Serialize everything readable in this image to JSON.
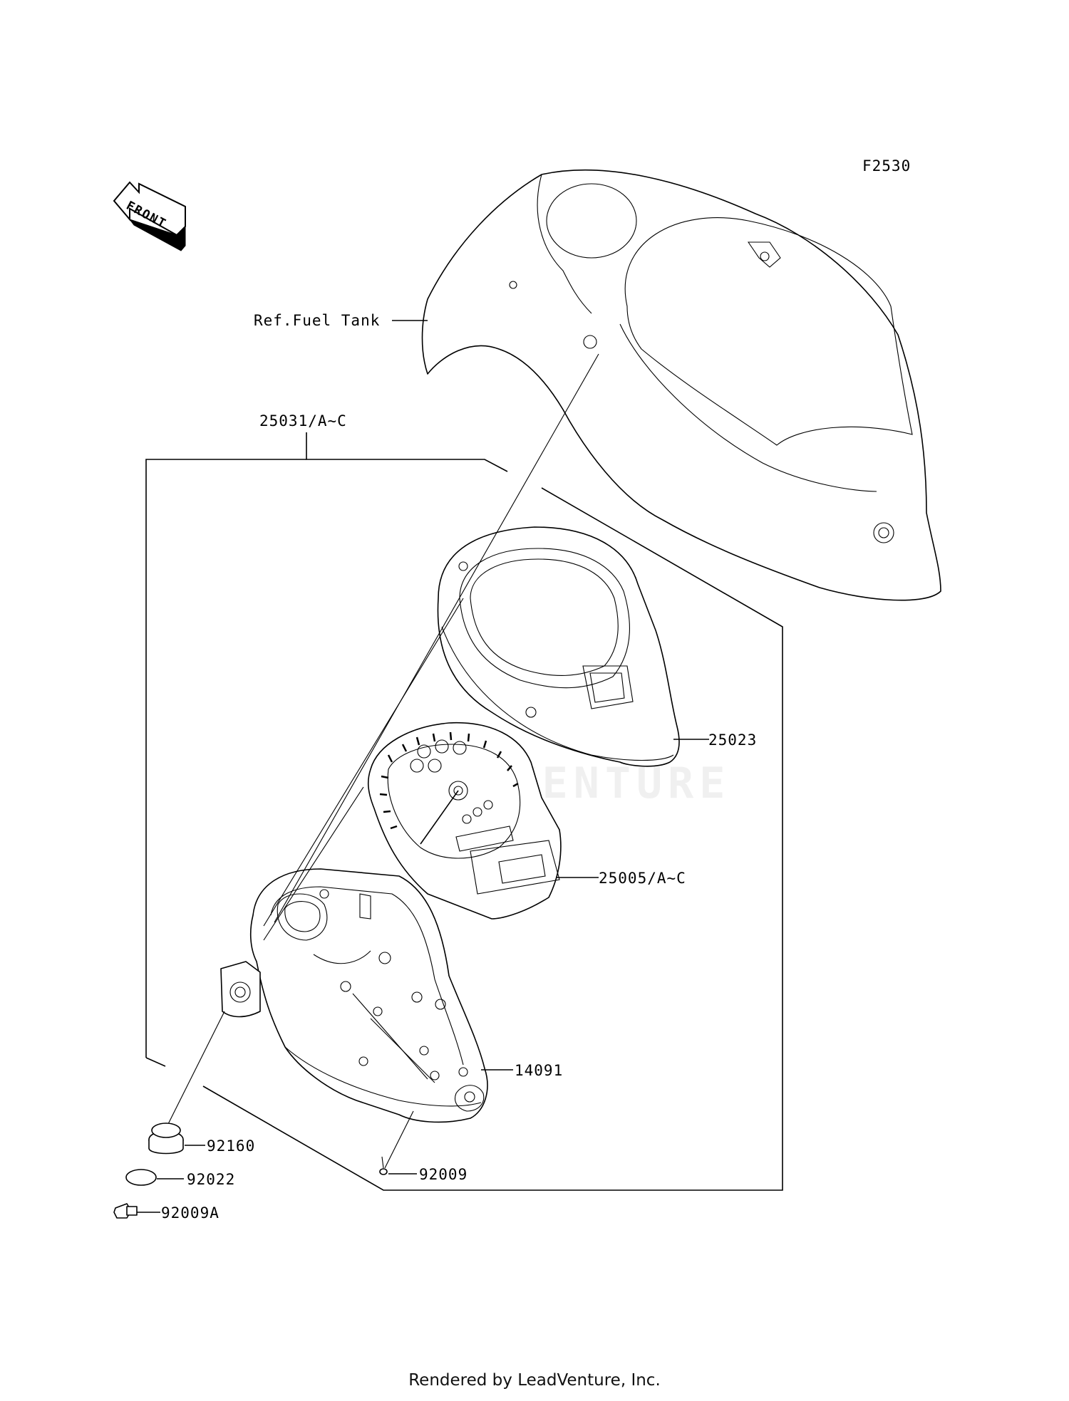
{
  "diagram_code": "F2530",
  "front_arrow_text": "FRONT",
  "callouts": {
    "ref_fuel_tank": "Ref.Fuel Tank",
    "kit_25031": "25031/A~C",
    "case_25023": "25023",
    "meter_25005": "25005/A~C",
    "case_14091": "14091",
    "grommet_92160": "92160",
    "washer_92022": "92022",
    "screw_92009": "92009",
    "bolt_92009A": "92009A"
  },
  "watermark": "LEADVENTURE",
  "footer": "Rendered by LeadVenture, Inc."
}
